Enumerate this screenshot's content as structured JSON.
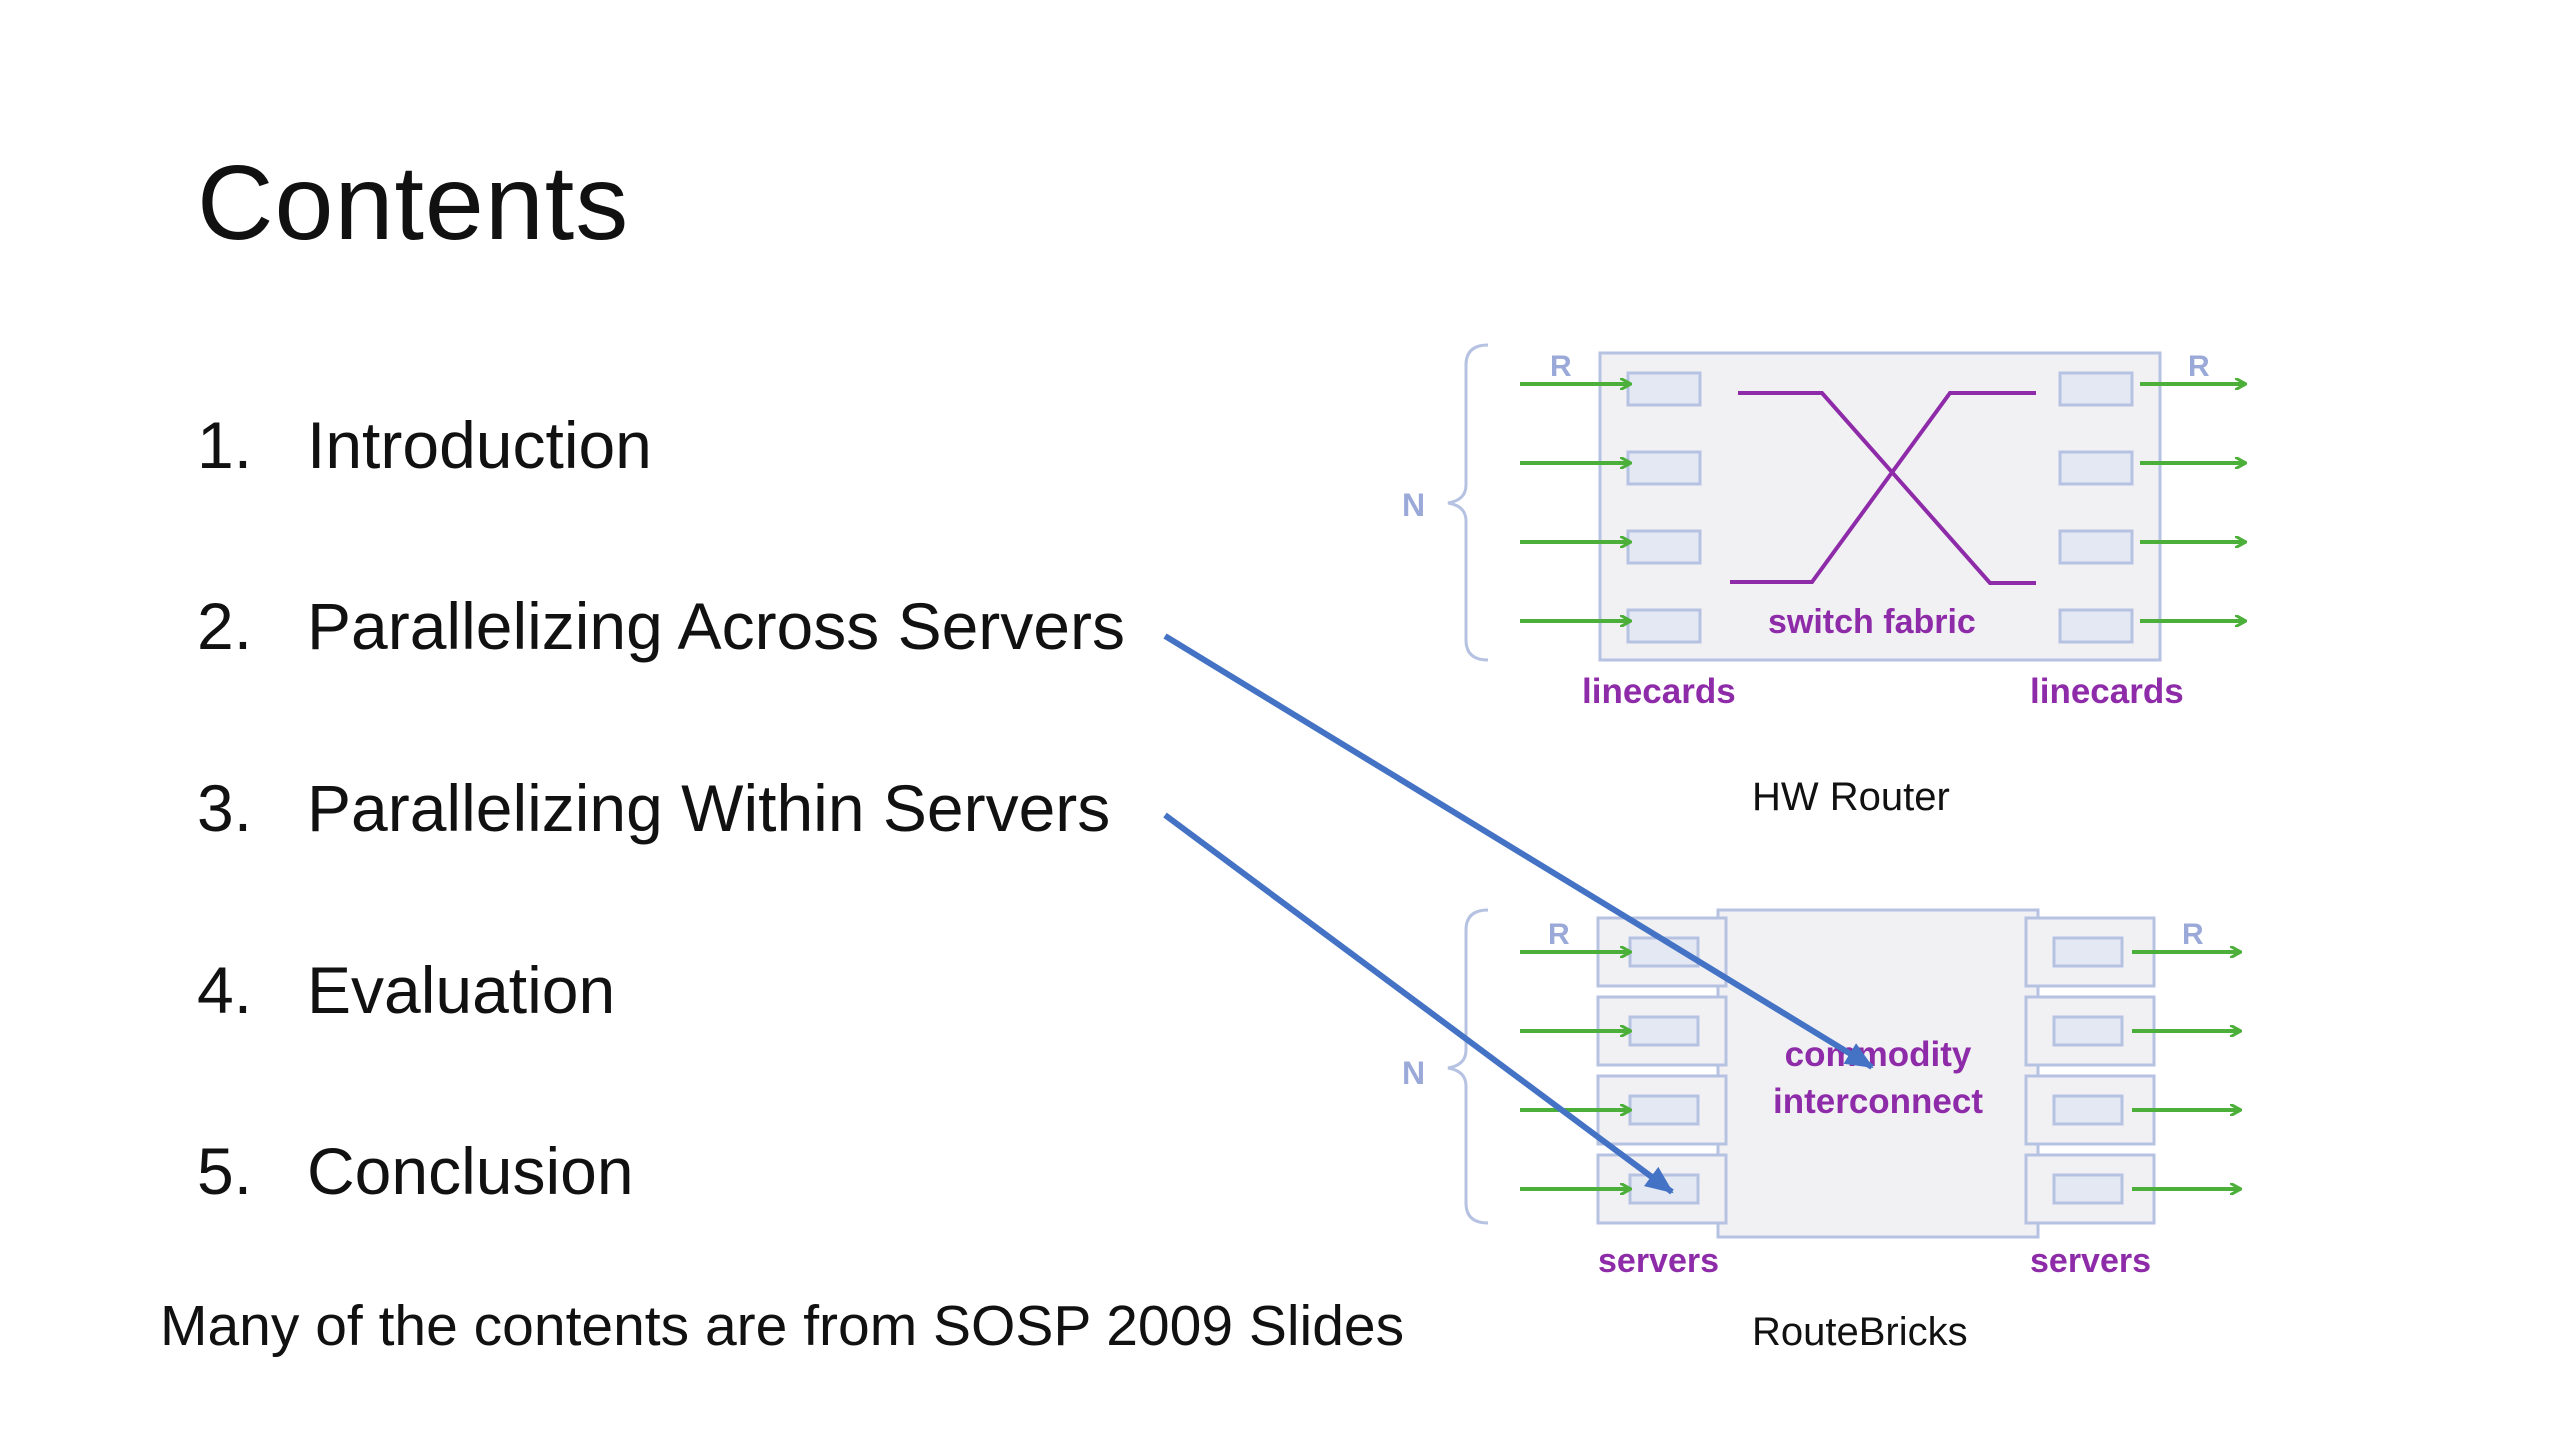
{
  "slide": {
    "title": "Contents",
    "agenda": [
      {
        "num": "1.",
        "label": "Introduction"
      },
      {
        "num": "2.",
        "label": "Parallelizing Across Servers"
      },
      {
        "num": "3.",
        "label": "Parallelizing Within Servers"
      },
      {
        "num": "4.",
        "label": "Evaluation"
      },
      {
        "num": "5.",
        "label": "Conclusion"
      }
    ],
    "note": "Many of the contents are from SOSP 2009 Slides"
  },
  "hw_router": {
    "caption": "HW Router",
    "n_label": "N",
    "r_in": "R",
    "r_out": "R",
    "fabric_label": "switch fabric",
    "left_label": "linecards",
    "right_label": "linecards"
  },
  "routebricks": {
    "caption": "RouteBricks",
    "n_label": "N",
    "r_in": "R",
    "r_out": "R",
    "interconnect_line1": "commodity",
    "interconnect_line2": "interconnect",
    "left_label": "servers",
    "right_label": "servers"
  },
  "colors": {
    "arrow_green": "#4caf3a",
    "accent_purple": "#8e2ba8",
    "pointer_blue": "#4472c4",
    "box_fill": "#f1f1f4",
    "box_stroke": "#b6c2e2"
  }
}
